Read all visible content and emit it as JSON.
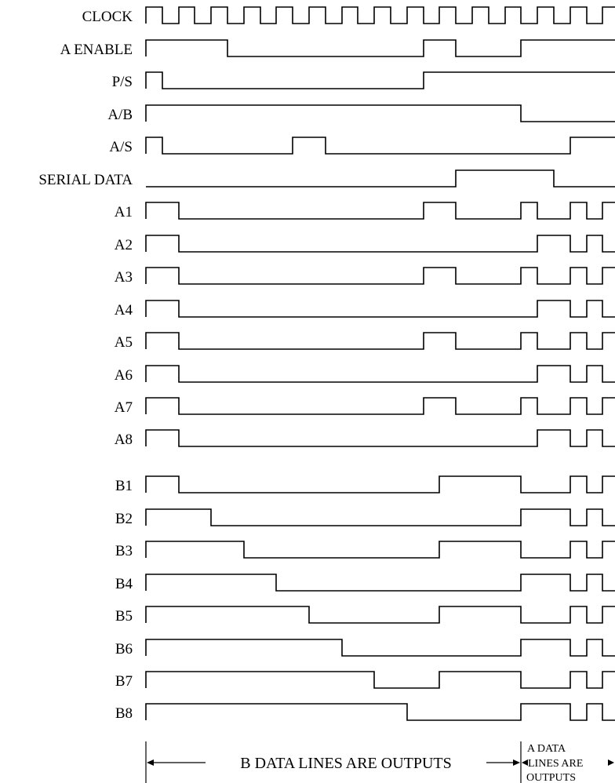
{
  "signals": [
    {
      "label": "CLOCK",
      "edges": [
        [
          186,
          1
        ],
        [
          207,
          0
        ],
        [
          228,
          1
        ],
        [
          248,
          0
        ],
        [
          269,
          1
        ],
        [
          290,
          0
        ],
        [
          311,
          1
        ],
        [
          332,
          0
        ],
        [
          352,
          1
        ],
        [
          373,
          0
        ],
        [
          394,
          1
        ],
        [
          415,
          0
        ],
        [
          436,
          1
        ],
        [
          456,
          0
        ],
        [
          477,
          1
        ],
        [
          498,
          0
        ],
        [
          519,
          1
        ],
        [
          540,
          0
        ],
        [
          560,
          1
        ],
        [
          581,
          0
        ],
        [
          602,
          1
        ],
        [
          623,
          0
        ],
        [
          644,
          1
        ],
        [
          664,
          0
        ],
        [
          685,
          1
        ],
        [
          706,
          0
        ],
        [
          727,
          1
        ],
        [
          748,
          0
        ],
        [
          768,
          1
        ]
      ]
    },
    {
      "label": "A ENABLE",
      "edges": [
        [
          186,
          1
        ],
        [
          290,
          0
        ],
        [
          540,
          1
        ],
        [
          581,
          0
        ],
        [
          664,
          1
        ]
      ]
    },
    {
      "label": "P/S",
      "edges": [
        [
          186,
          1
        ],
        [
          207,
          0
        ],
        [
          540,
          1
        ]
      ]
    },
    {
      "label": "A/B",
      "edges": [
        [
          186,
          1
        ],
        [
          664,
          0
        ]
      ]
    },
    {
      "label": "A/S",
      "edges": [
        [
          186,
          1
        ],
        [
          207,
          0
        ],
        [
          373,
          1
        ],
        [
          415,
          0
        ],
        [
          727,
          1
        ]
      ]
    },
    {
      "label": "SERIAL DATA",
      "edges": [
        [
          186,
          0
        ],
        [
          581,
          1
        ],
        [
          706,
          0
        ]
      ]
    },
    {
      "label": "A1",
      "edges": [
        [
          186,
          1
        ],
        [
          228,
          0
        ],
        [
          540,
          1
        ],
        [
          581,
          0
        ],
        [
          664,
          1
        ],
        [
          685,
          0
        ],
        [
          727,
          1
        ],
        [
          748,
          0
        ],
        [
          768,
          1
        ]
      ]
    },
    {
      "label": "A2",
      "edges": [
        [
          186,
          1
        ],
        [
          228,
          0
        ],
        [
          685,
          1
        ],
        [
          727,
          0
        ],
        [
          748,
          1
        ],
        [
          768,
          0
        ]
      ]
    },
    {
      "label": "A3",
      "edges": [
        [
          186,
          1
        ],
        [
          228,
          0
        ],
        [
          540,
          1
        ],
        [
          581,
          0
        ],
        [
          664,
          1
        ],
        [
          685,
          0
        ],
        [
          727,
          1
        ],
        [
          748,
          0
        ],
        [
          768,
          1
        ]
      ]
    },
    {
      "label": "A4",
      "edges": [
        [
          186,
          1
        ],
        [
          228,
          0
        ],
        [
          685,
          1
        ],
        [
          727,
          0
        ],
        [
          748,
          1
        ],
        [
          768,
          0
        ]
      ]
    },
    {
      "label": "A5",
      "edges": [
        [
          186,
          1
        ],
        [
          228,
          0
        ],
        [
          540,
          1
        ],
        [
          581,
          0
        ],
        [
          664,
          1
        ],
        [
          685,
          0
        ],
        [
          727,
          1
        ],
        [
          748,
          0
        ],
        [
          768,
          1
        ]
      ]
    },
    {
      "label": "A6",
      "edges": [
        [
          186,
          1
        ],
        [
          228,
          0
        ],
        [
          685,
          1
        ],
        [
          727,
          0
        ],
        [
          748,
          1
        ],
        [
          768,
          0
        ]
      ]
    },
    {
      "label": "A7",
      "edges": [
        [
          186,
          1
        ],
        [
          228,
          0
        ],
        [
          540,
          1
        ],
        [
          581,
          0
        ],
        [
          664,
          1
        ],
        [
          685,
          0
        ],
        [
          727,
          1
        ],
        [
          748,
          0
        ],
        [
          768,
          1
        ]
      ]
    },
    {
      "label": "A8",
      "edges": [
        [
          186,
          1
        ],
        [
          228,
          0
        ],
        [
          685,
          1
        ],
        [
          727,
          0
        ],
        [
          748,
          1
        ],
        [
          768,
          0
        ]
      ]
    },
    {
      "label": "B1",
      "edges": [
        [
          186,
          1
        ],
        [
          228,
          0
        ],
        [
          560,
          1
        ],
        [
          664,
          0
        ],
        [
          727,
          1
        ],
        [
          748,
          0
        ],
        [
          768,
          1
        ]
      ]
    },
    {
      "label": "B2",
      "edges": [
        [
          186,
          1
        ],
        [
          269,
          0
        ],
        [
          664,
          1
        ],
        [
          727,
          0
        ],
        [
          748,
          1
        ],
        [
          768,
          0
        ]
      ]
    },
    {
      "label": "B3",
      "edges": [
        [
          186,
          1
        ],
        [
          311,
          0
        ],
        [
          560,
          1
        ],
        [
          664,
          0
        ],
        [
          727,
          1
        ],
        [
          748,
          0
        ],
        [
          768,
          1
        ]
      ]
    },
    {
      "label": "B4",
      "edges": [
        [
          186,
          1
        ],
        [
          352,
          0
        ],
        [
          664,
          1
        ],
        [
          727,
          0
        ],
        [
          748,
          1
        ],
        [
          768,
          0
        ]
      ]
    },
    {
      "label": "B5",
      "edges": [
        [
          186,
          1
        ],
        [
          394,
          0
        ],
        [
          560,
          1
        ],
        [
          664,
          0
        ],
        [
          727,
          1
        ],
        [
          748,
          0
        ],
        [
          768,
          1
        ]
      ]
    },
    {
      "label": "B6",
      "edges": [
        [
          186,
          1
        ],
        [
          436,
          0
        ],
        [
          664,
          1
        ],
        [
          727,
          0
        ],
        [
          748,
          1
        ],
        [
          768,
          0
        ]
      ]
    },
    {
      "label": "B7",
      "edges": [
        [
          186,
          1
        ],
        [
          477,
          0
        ],
        [
          560,
          1
        ],
        [
          664,
          0
        ],
        [
          727,
          1
        ],
        [
          748,
          0
        ],
        [
          768,
          1
        ]
      ]
    },
    {
      "label": "B8",
      "edges": [
        [
          186,
          1
        ],
        [
          519,
          0
        ],
        [
          664,
          1
        ],
        [
          727,
          0
        ],
        [
          748,
          1
        ],
        [
          768,
          0
        ]
      ]
    }
  ],
  "annotations": {
    "b_outputs": "B DATA LINES ARE OUTPUTS",
    "a_outputs_line1": "A DATA",
    "a_outputs_line2": "LINES ARE",
    "a_outputs_line3": "OUTPUTS"
  }
}
